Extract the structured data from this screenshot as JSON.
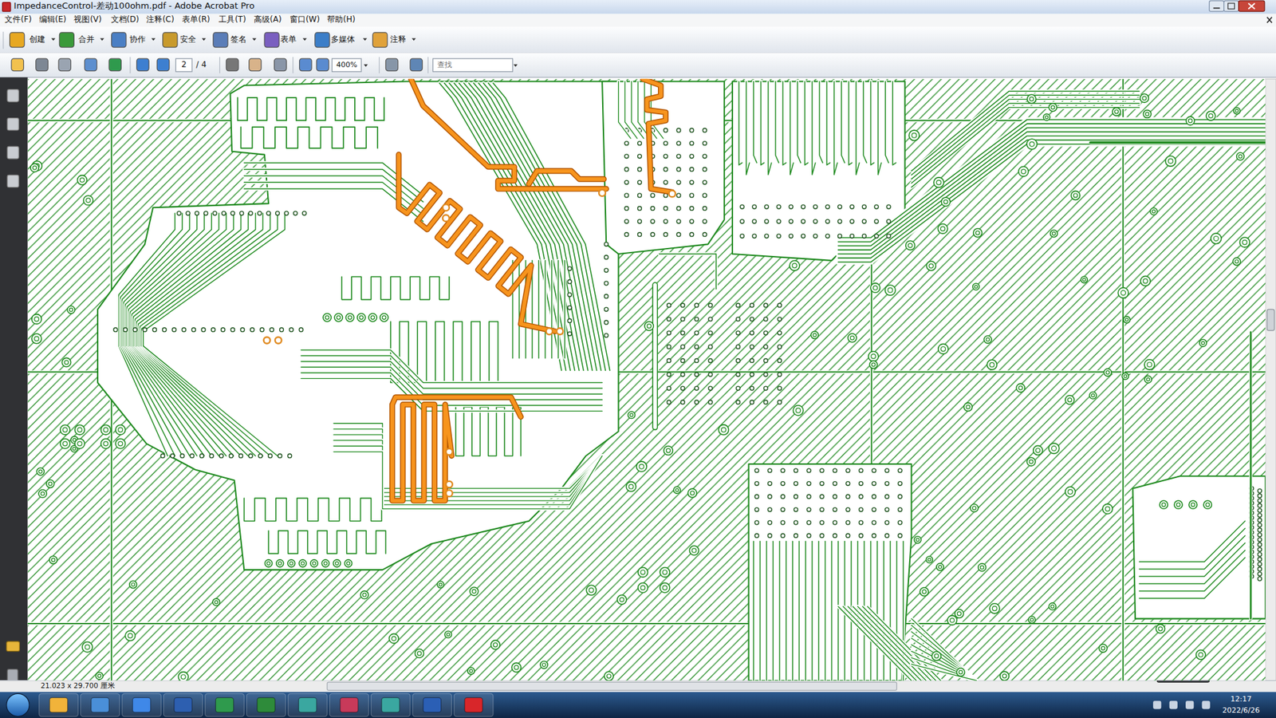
{
  "diagram": {
    "title": "ImpedanceControl-差动100ohm.pdf - Adobe Acrobat Pro",
    "labels": [
      "文件(F)",
      "编辑(E)",
      "视图(V)",
      "文档(D)",
      "注释(C)",
      "表单(R)",
      "工具(T)",
      "高级(A)",
      "窗口(W)",
      "帮助(H)",
      "创建",
      "合并",
      "协作",
      "安全",
      "签名",
      "表单",
      "多媒体",
      "注释",
      "2",
      "/ 4",
      "400%",
      "查找",
      "21.023 x 29.700 厘米",
      "12:17",
      "2022/6/26"
    ]
  }
}
